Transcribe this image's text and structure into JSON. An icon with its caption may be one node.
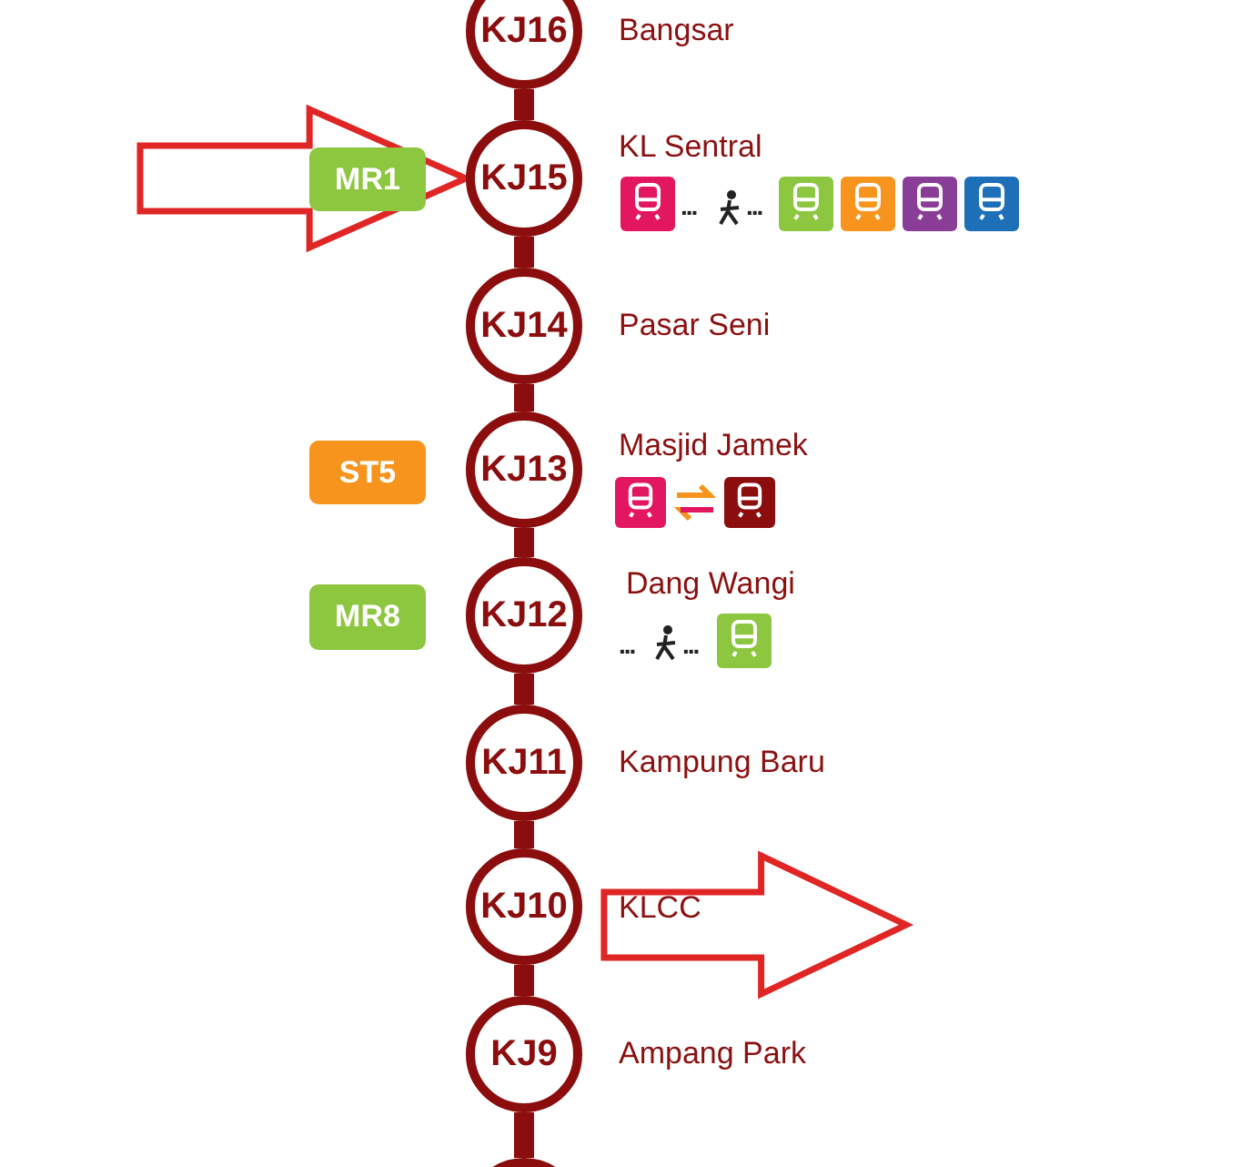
{
  "diagram": {
    "nodes": [
      {
        "text": [
          "KJ16"
        ],
        "beside": [
          "Bangsar"
        ]
      },
      {
        "text": [
          "MR1"
        ]
      },
      {
        "text": [
          "KJ15"
        ],
        "beside": [
          "KL Sentral"
        ]
      },
      {
        "text": [
          "KJ14"
        ],
        "beside": [
          "Pasar Seni"
        ]
      },
      {
        "text": [
          "ST5"
        ]
      },
      {
        "text": [
          "KJ13"
        ],
        "beside": [
          "Masjid Jamek"
        ]
      },
      {
        "text": [
          "MR8"
        ]
      },
      {
        "text": [
          "KJ12"
        ],
        "beside": [
          "Dang Wangi"
        ]
      },
      {
        "text": [
          "KJ11"
        ],
        "beside": [
          "Kampung Baru"
        ]
      },
      {
        "text": [
          "KJ10"
        ],
        "beside": [
          "KLCC"
        ]
      },
      {
        "text": [
          "KJ9"
        ],
        "beside": [
          "Ampang Park"
        ]
      },
      {
        "text": [],
        "shape": "circle"
      }
    ],
    "edges": [
      {
        "from": 0,
        "to": 2,
        "arrow": "none"
      },
      {
        "from": 2,
        "to": 3,
        "arrow": "none"
      },
      {
        "from": 3,
        "to": 5,
        "arrow": "none"
      },
      {
        "from": 5,
        "to": 7,
        "arrow": "none"
      },
      {
        "from": 7,
        "to": 8,
        "arrow": "none"
      },
      {
        "from": 8,
        "to": 9,
        "arrow": "none"
      },
      {
        "from": 9,
        "to": 10,
        "arrow": "none"
      },
      {
        "from": 10,
        "to": 11,
        "arrow": "none"
      },
      {
        "from": null,
        "to": 2,
        "arrow": "to",
        "color": "#e02525"
      },
      {
        "from": 9,
        "to": null,
        "arrow": "to",
        "color": "#e02525"
      }
    ],
    "labels": [
      "...",
      "...",
      "...",
      "..."
    ]
  }
}
